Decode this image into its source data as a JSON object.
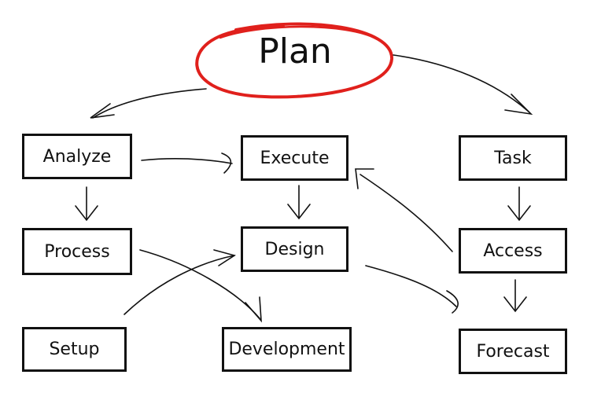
{
  "title": "Plan",
  "nodes": {
    "analyze": "Analyze",
    "execute": "Execute",
    "task": "Task",
    "process": "Process",
    "design": "Design",
    "access": "Access",
    "setup": "Setup",
    "development": "Development",
    "forecast": "Forecast"
  },
  "colors": {
    "ellipse": "#e0201c",
    "stroke": "#111111"
  }
}
